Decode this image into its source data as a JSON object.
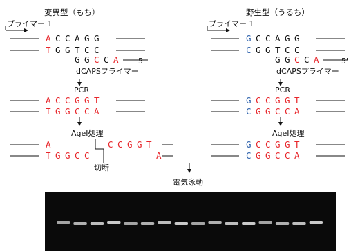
{
  "left": {
    "title": "変異型（もち）",
    "primer_label": "プライマー 1",
    "strand_top": [
      "A",
      "C",
      "C",
      "A",
      "G",
      "G"
    ],
    "strand_top_colors": [
      "red",
      "black",
      "black",
      "black",
      "black",
      "black"
    ],
    "strand_bottom": [
      "T",
      "G",
      "G",
      "T",
      "C",
      "C"
    ],
    "strand_bottom_colors": [
      "red",
      "black",
      "black",
      "black",
      "black",
      "black"
    ],
    "primer2": [
      "G",
      "G",
      "C",
      "C",
      "A"
    ],
    "primer2_colors": [
      "black",
      "black",
      "red",
      "black",
      "red"
    ],
    "primer2_end": "5'",
    "primer2_label": "dCAPSプライマー",
    "pcr_label": "PCR",
    "pcr_top": [
      "A",
      "C",
      "C",
      "G",
      "G",
      "T"
    ],
    "pcr_bottom": [
      "T",
      "G",
      "G",
      "C",
      "C",
      "A"
    ],
    "pcr_colors": [
      "red",
      "red",
      "red",
      "red",
      "red",
      "red"
    ],
    "agei_label": "AgeI処理",
    "digest_top_left": "A",
    "digest_top_right": [
      "C",
      "C",
      "G",
      "G",
      "T"
    ],
    "digest_bottom_left": [
      "T",
      "G",
      "G",
      "C",
      "C"
    ],
    "digest_bottom_right": "A",
    "cut_label": "切断"
  },
  "right": {
    "title": "野生型（うるち）",
    "primer_label": "プライマー 1",
    "strand_top": [
      "G",
      "C",
      "C",
      "A",
      "G",
      "G"
    ],
    "strand_top_colors": [
      "blue",
      "black",
      "black",
      "black",
      "black",
      "black"
    ],
    "strand_bottom": [
      "C",
      "G",
      "G",
      "T",
      "C",
      "C"
    ],
    "strand_bottom_colors": [
      "blue",
      "black",
      "black",
      "black",
      "black",
      "black"
    ],
    "primer2": [
      "G",
      "G",
      "C",
      "C",
      "A"
    ],
    "primer2_colors": [
      "black",
      "black",
      "red",
      "black",
      "red"
    ],
    "primer2_end": "5'",
    "primer2_label": "dCAPSプライマー",
    "pcr_label": "PCR",
    "pcr_top": [
      "G",
      "C",
      "C",
      "G",
      "G",
      "T"
    ],
    "pcr_bottom": [
      "C",
      "G",
      "G",
      "C",
      "C",
      "A"
    ],
    "pcr_colors": [
      "blue",
      "red",
      "red",
      "red",
      "red",
      "red"
    ],
    "agei_label": "AgeI処理",
    "digest_top": [
      "G",
      "C",
      "C",
      "G",
      "G",
      "T"
    ],
    "digest_bottom": [
      "C",
      "G",
      "G",
      "C",
      "C",
      "A"
    ]
  },
  "electrophoresis_label": "電気泳動",
  "gel": {
    "background": "#0a0a0a",
    "band_color": "#d8d8d8",
    "lane_count": 16
  },
  "colors": {
    "red": "#e8262b",
    "blue": "#2a5fab",
    "black": "#111111"
  }
}
